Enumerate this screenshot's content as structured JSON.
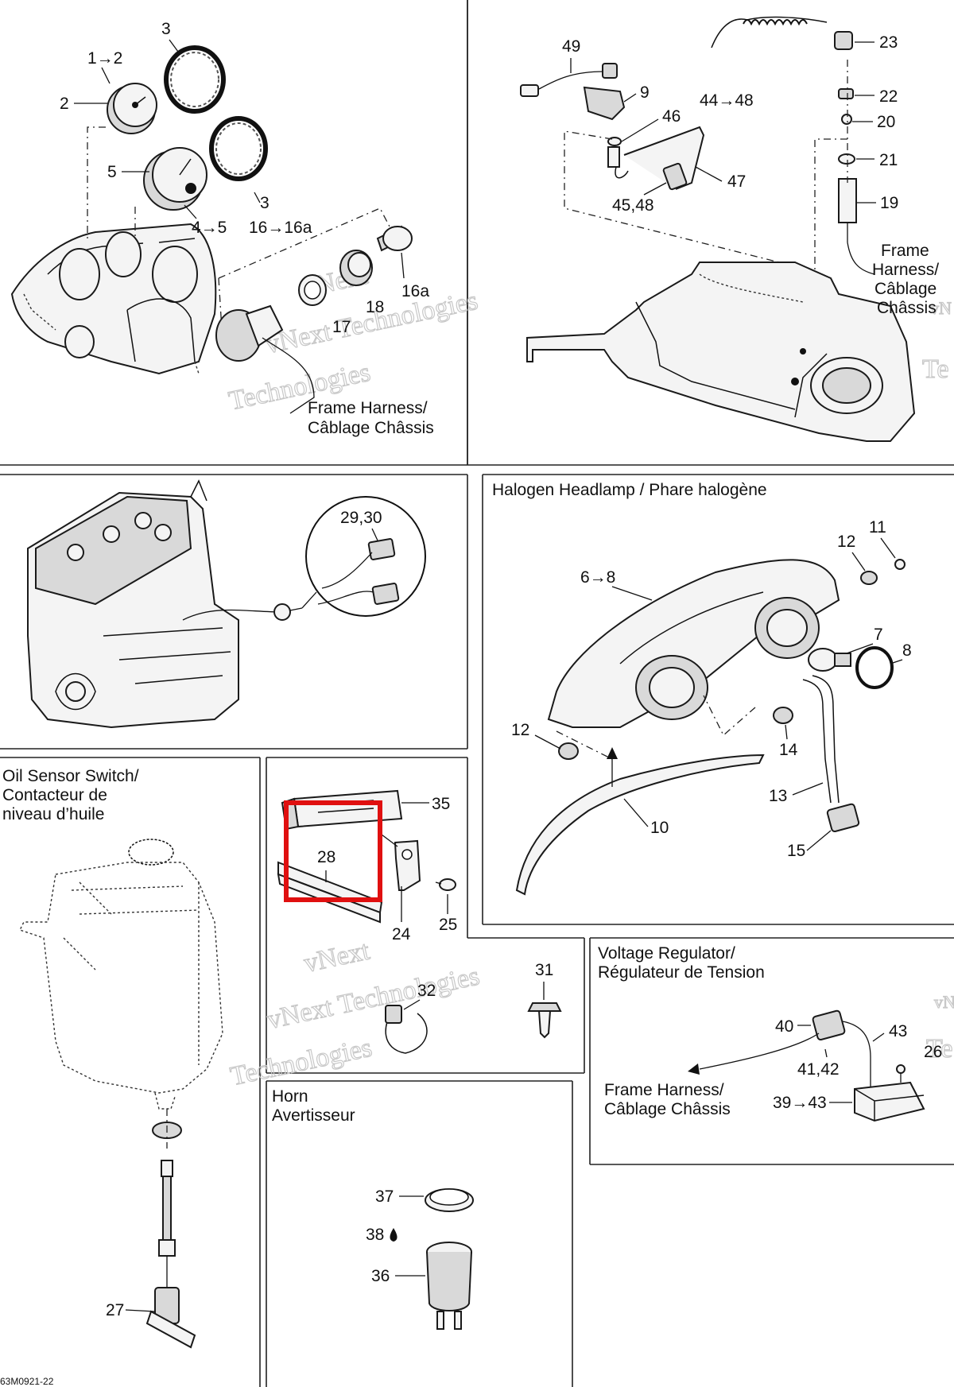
{
  "panel_titles": {
    "halogen_headlamp": "Halogen Headlamp / Phare halogène",
    "oil_sensor": [
      "Oil Sensor Switch/",
      "Contacteur de",
      "niveau d’huile"
    ],
    "voltage_regulator": [
      "Voltage Regulator/",
      "Régulateur de Tension"
    ],
    "horn": [
      "Horn",
      "Avertisseur"
    ]
  },
  "notes": {
    "frame_harness_1": [
      "Frame Harness/",
      "Câblage Châssis"
    ],
    "frame_harness_2": [
      "Frame",
      "Harness/",
      "Câblage",
      "Châssis"
    ],
    "frame_harness_3": [
      "Frame Harness/",
      "Câblage Châssis"
    ]
  },
  "callouts": {
    "c1to2": "1→2",
    "c2": "2",
    "c3a": "3",
    "c3b": "3",
    "c5": "5",
    "c4to5": "4→5",
    "c16to16a": "16→16a",
    "c16a": "16a",
    "c18": "18",
    "c17": "17",
    "c49": "49",
    "c9": "9",
    "c46": "46",
    "c44to48": "44→48",
    "c47": "47",
    "c45_48": "45,48",
    "c23": "23",
    "c22": "22",
    "c20": "20",
    "c21": "21",
    "c19": "19",
    "c29_30": "29,30",
    "c6to8": "6→8",
    "c12a": "12",
    "c11": "11",
    "c7": "7",
    "c8": "8",
    "c12b": "12",
    "c14": "14",
    "c13": "13",
    "c10": "10",
    "c15": "15",
    "c35": "35",
    "c28": "28",
    "c24": "24",
    "c25": "25",
    "c31": "31",
    "c32": "32",
    "c40": "40",
    "c43": "43",
    "c41_42": "41,42",
    "c26": "26",
    "c39to43": "39→43",
    "c37": "37",
    "c38": "38",
    "c36": "36",
    "c27": "27"
  },
  "watermark": [
    "vNext",
    "vNext Technologies",
    "Technologies",
    "Te",
    "vN"
  ],
  "footer_code": "63M0921-22",
  "highlight_label": "28"
}
